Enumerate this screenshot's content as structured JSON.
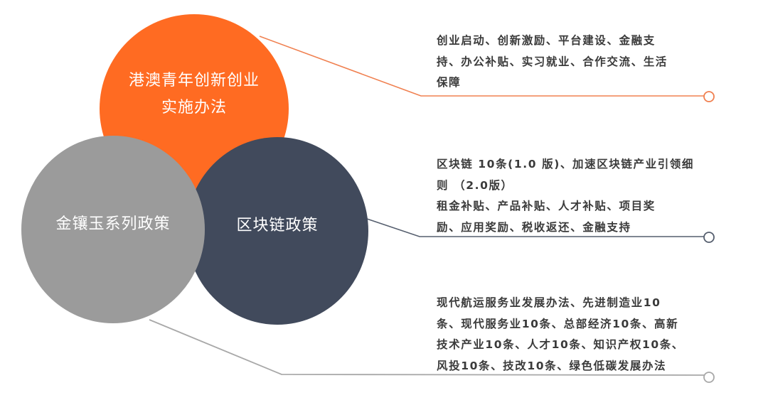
{
  "colors": {
    "orange": "#FF6B22",
    "dark": "#414A5C",
    "gray": "#9B9B9B",
    "text": "#3A3A3A",
    "orange_line": "#F08050",
    "dark_line": "#555E6E",
    "gray_line": "#A8A8A8"
  },
  "circles": {
    "orange": {
      "label": "港澳青年创新创业\n实施办法"
    },
    "dark": {
      "label": "区块链政策"
    },
    "gray": {
      "label": "金镶玉系列政策"
    }
  },
  "descriptions": {
    "orange": {
      "lines": [
        "创业启动、创新激励、平台建设、金融支",
        "持、办公补贴、实习就业、合作交流、生活",
        "保障"
      ]
    },
    "dark": {
      "lines": [
        "区块链 10条(1.0 版)、加速区块链产业引领细",
        "则 （2.0版）",
        "租金补贴、产品补贴、人才补贴、项目奖",
        "励、应用奖励、税收返还、金融支持"
      ]
    },
    "gray": {
      "lines": [
        "现代航运服务业发展办法、先进制造业10",
        "条、现代服务业10条、总部经济10条、高新",
        "技术产业10条、人才10条、知识产权10条、",
        "风投10条、技改10条、绿色低碳发展办法"
      ]
    }
  }
}
